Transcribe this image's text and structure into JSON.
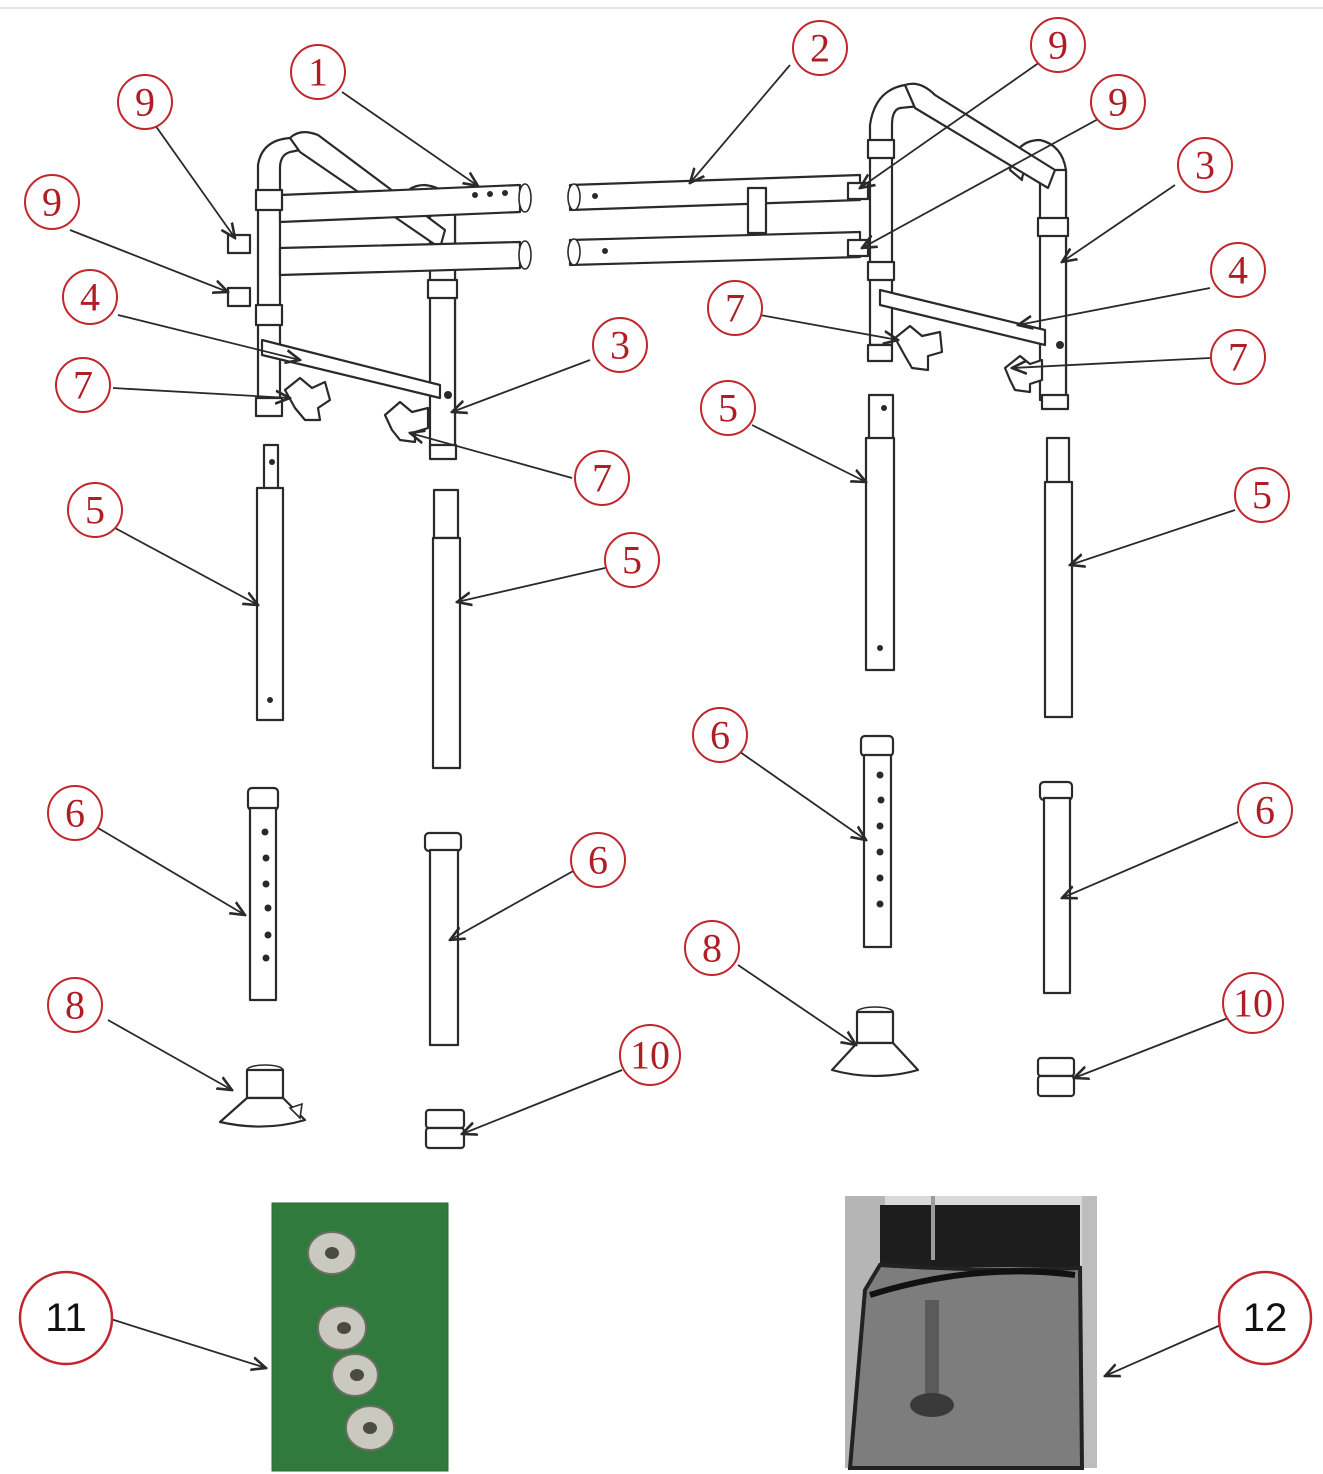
{
  "diagram": {
    "callout_color": "#c0262c",
    "line_color": "#2a2a2a",
    "callouts": [
      {
        "id": "c1",
        "label": "1"
      },
      {
        "id": "c2",
        "label": "2"
      },
      {
        "id": "c9a",
        "label": "9"
      },
      {
        "id": "c9b",
        "label": "9"
      },
      {
        "id": "c9c",
        "label": "9"
      },
      {
        "id": "c9d",
        "label": "9"
      },
      {
        "id": "c3a",
        "label": "3"
      },
      {
        "id": "c3b",
        "label": "3"
      },
      {
        "id": "c4a",
        "label": "4"
      },
      {
        "id": "c4b",
        "label": "4"
      },
      {
        "id": "c7a",
        "label": "7"
      },
      {
        "id": "c7b",
        "label": "7"
      },
      {
        "id": "c7c",
        "label": "7"
      },
      {
        "id": "c7d",
        "label": "7"
      },
      {
        "id": "c5a",
        "label": "5"
      },
      {
        "id": "c5b",
        "label": "5"
      },
      {
        "id": "c5c",
        "label": "5"
      },
      {
        "id": "c5d",
        "label": "5"
      },
      {
        "id": "c6a",
        "label": "6"
      },
      {
        "id": "c6b",
        "label": "6"
      },
      {
        "id": "c6c",
        "label": "6"
      },
      {
        "id": "c6d",
        "label": "6"
      },
      {
        "id": "c8a",
        "label": "8"
      },
      {
        "id": "c8b",
        "label": "8"
      },
      {
        "id": "c10a",
        "label": "10"
      },
      {
        "id": "c10b",
        "label": "10"
      }
    ],
    "photos": [
      {
        "id": "p11",
        "label": "11",
        "background": "#2f7a3c",
        "subject": "washers-photo"
      },
      {
        "id": "p12",
        "label": "12",
        "background": "#9a9a9a",
        "subject": "mesh-bag-photo"
      }
    ]
  }
}
